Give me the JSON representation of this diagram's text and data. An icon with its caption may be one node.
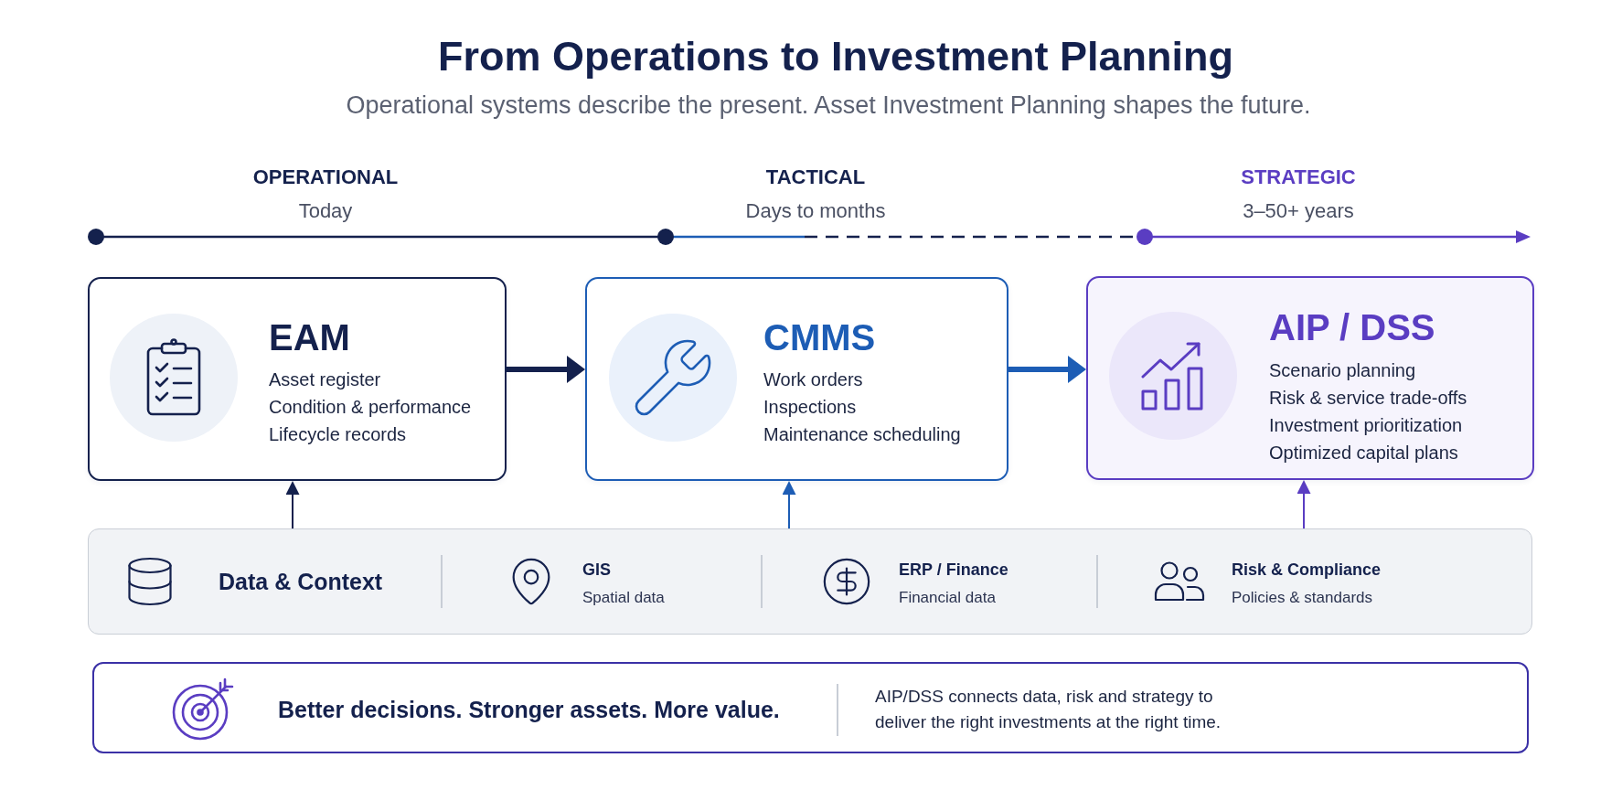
{
  "diagram": {
    "title": "From Operations to Investment Planning",
    "nodes": [
      {
        "text": [
          "EAM",
          "Asset register",
          "Condition & performance",
          "Lifecycle records"
        ]
      },
      {
        "text": [
          "CMMS",
          "Work orders",
          "Inspections",
          "Maintenance scheduling"
        ]
      },
      {
        "text": [
          "AIP / DSS",
          "Scenario planning",
          "Risk & service trade-offs",
          "Investment prioritization",
          "Optimized capital plans"
        ]
      },
      {
        "text": [
          "Data & Context",
          "GIS",
          "Spatial data",
          "ERP / Finance",
          "Financial data",
          "Risk & Compliance",
          "Policies & standards"
        ]
      },
      {
        "text": [
          "Better decisions. Stronger assets. More value.",
          "AIP/DSS connects data, risk and strategy to deliver the right investments at the right time."
        ]
      }
    ],
    "edges": [
      {
        "from": 0,
        "to": 1,
        "arrow": "to",
        "style": "thick"
      },
      {
        "from": 1,
        "to": 2,
        "arrow": "to",
        "style": "thick",
        "color": "#1d5db5"
      },
      {
        "from": 3,
        "to": 0,
        "arrow": "to"
      },
      {
        "from": 3,
        "to": 1,
        "arrow": "to",
        "color": "#1d5db5"
      },
      {
        "from": 3,
        "to": 2,
        "arrow": "to",
        "color": "#5a3dc2"
      }
    ],
    "labels": [
      "Operational systems describe the present. Asset Investment Planning shapes the future.",
      "OPERATIONAL",
      "Today",
      "TACTICAL",
      "Days to months",
      "STRATEGIC",
      "3–50+ years"
    ]
  }
}
